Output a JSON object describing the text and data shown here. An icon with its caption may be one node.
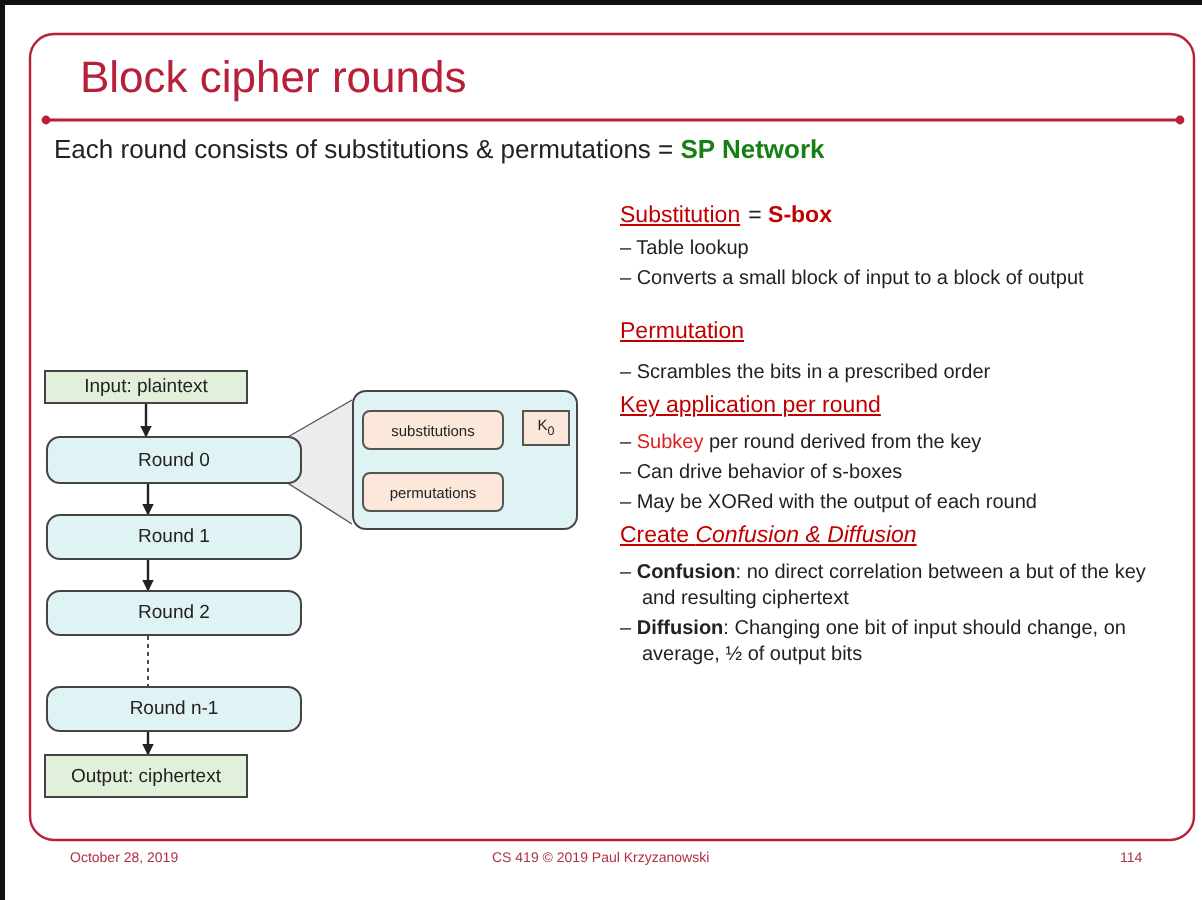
{
  "diagram": {
    "title": "Block cipher rounds",
    "nodes": [
      {
        "text": [
          "Input: plaintext"
        ]
      },
      {
        "text": [
          "Round 0"
        ]
      },
      {
        "text": [
          "Round 1"
        ]
      },
      {
        "text": [
          "Round 2"
        ]
      },
      {
        "text": [
          "Round n-1"
        ]
      },
      {
        "text": [
          "Output: ciphertext"
        ]
      },
      {
        "text": [],
        "shape": "box"
      },
      {
        "text": [
          "substitutions"
        ],
        "in": 6
      },
      {
        "text": [
          "K$_{0}$"
        ],
        "in": 6
      },
      {
        "text": [
          "permutations"
        ],
        "in": 6
      }
    ],
    "edges": [
      {
        "from": 0,
        "to": 1,
        "arrow": "to"
      },
      {
        "from": 1,
        "to": 2,
        "arrow": "to"
      },
      {
        "from": 2,
        "to": 3,
        "arrow": "to"
      },
      {
        "from": 3,
        "to": 4,
        "arrow": "none",
        "style": "dashed"
      },
      {
        "from": 4,
        "to": 5,
        "arrow": "to"
      },
      {
        "from": 1,
        "to": 6,
        "arrow": "none"
      },
      {
        "from": 1,
        "to": 6,
        "arrow": "none"
      }
    ],
    "labels": [
      "Each round consists of substitutions & permutations = **SP Network**",
      "Substitution",
      "= **S-box**",
      "– Table lookup",
      "– Converts a small block of input to a block of output",
      "Permutation",
      "– Scrambles the bits in a prescribed order",
      "Key application per round",
      "– *Subkey* per round derived from the key",
      "– Can drive behavior of s-boxes",
      "– May be XORed with the output of each round",
      "Create *Confusion & Diffusion*",
      "– **Confusion**: no direct correlation between a but of the key and resulting ciphertext",
      "– **Diffusion**: Changing one bit of input should change, on average, ½ of output bits",
      "October 28, 2019",
      "CS 419 © 2019 Paul Krzyzanowski",
      "114"
    ]
  }
}
